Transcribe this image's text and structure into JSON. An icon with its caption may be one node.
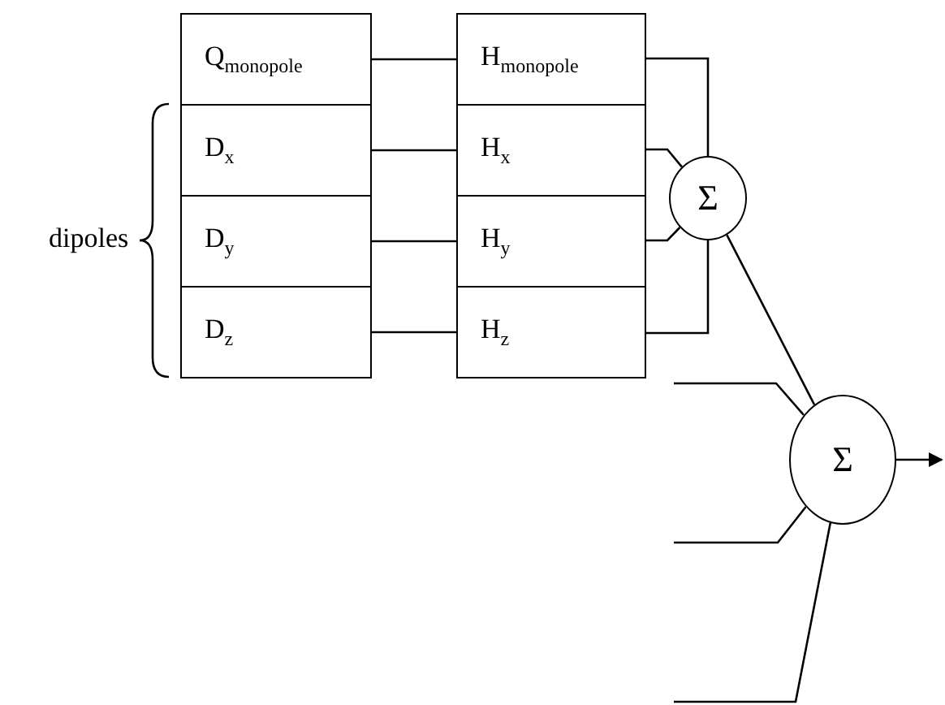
{
  "diagram": {
    "nodes": [
      {
        "text": [
          "Q$_{monopole}$"
        ]
      },
      {
        "text": [
          "D$_{x}$"
        ]
      },
      {
        "text": [
          "D$_{y}$"
        ]
      },
      {
        "text": [
          "D$_{z}$"
        ]
      },
      {
        "text": [
          "H$_{monopole}$"
        ]
      },
      {
        "text": [
          "H$_{x}$"
        ]
      },
      {
        "text": [
          "H$_{y}$"
        ]
      },
      {
        "text": [
          "H$_{z}$"
        ]
      },
      {
        "text": [
          "Σ"
        ]
      },
      {
        "text": [
          "Σ"
        ]
      }
    ],
    "edges": [
      {
        "from": 0,
        "to": 4,
        "arrow": "none"
      },
      {
        "from": 1,
        "to": 5,
        "arrow": "none"
      },
      {
        "from": 2,
        "to": 6,
        "arrow": "none"
      },
      {
        "from": 3,
        "to": 7,
        "arrow": "none"
      },
      {
        "from": 4,
        "to": 8,
        "arrow": "none"
      },
      {
        "from": 5,
        "to": 8,
        "arrow": "none"
      },
      {
        "from": 6,
        "to": 8,
        "arrow": "none"
      },
      {
        "from": 7,
        "to": 8,
        "arrow": "none"
      },
      {
        "from": 8,
        "to": 9,
        "arrow": "none"
      },
      {
        "from": null,
        "to": 9,
        "arrow": "none"
      },
      {
        "from": null,
        "to": 9,
        "arrow": "none"
      },
      {
        "from": null,
        "to": 9,
        "arrow": "none"
      },
      {
        "from": 9,
        "to": null,
        "arrow": "to"
      }
    ],
    "labels": [
      "dipoles"
    ]
  }
}
